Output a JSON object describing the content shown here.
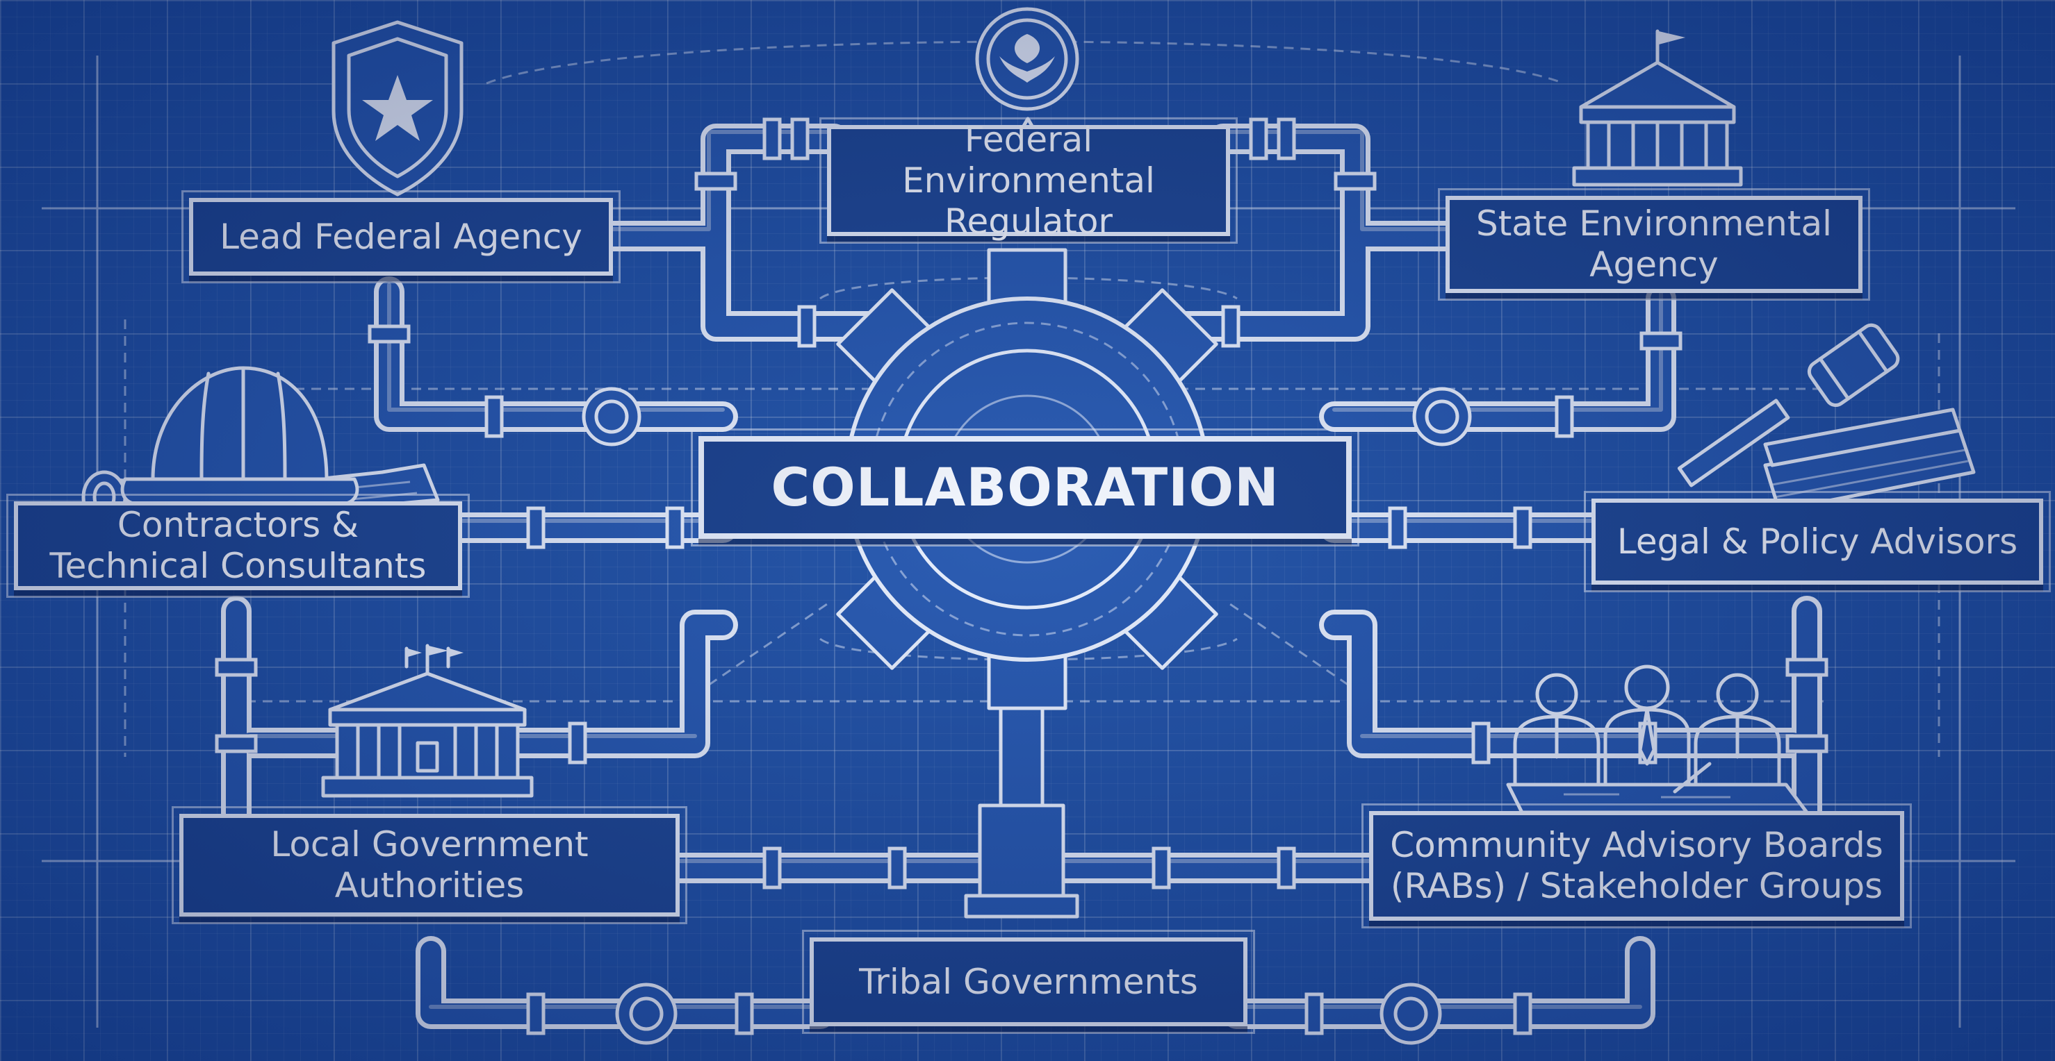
{
  "center_label": "COLLABORATION",
  "nodes": {
    "lead_federal": "Lead Federal Agency",
    "federal_regulator": "Federal Environmental Regulator",
    "state_agency": "State Environmental Agency",
    "contractors": "Contractors & Technical Consultants",
    "legal": "Legal & Policy Advisors",
    "local_gov": "Local Government Authorities",
    "community": "Community Advisory Boards (RABs) / Stakeholder Groups",
    "tribal": "Tribal Governments"
  },
  "colors": {
    "background": "#1e50a6",
    "line": "#e9f1ff",
    "box_fill": "#1b4593"
  },
  "icons": [
    "shield-star-icon",
    "leaf-seal-icon",
    "capitol-building-icon",
    "hard-hat-blueprint-icon",
    "gavel-book-icon",
    "government-building-icon",
    "meeting-people-icon",
    "gear-icon"
  ]
}
